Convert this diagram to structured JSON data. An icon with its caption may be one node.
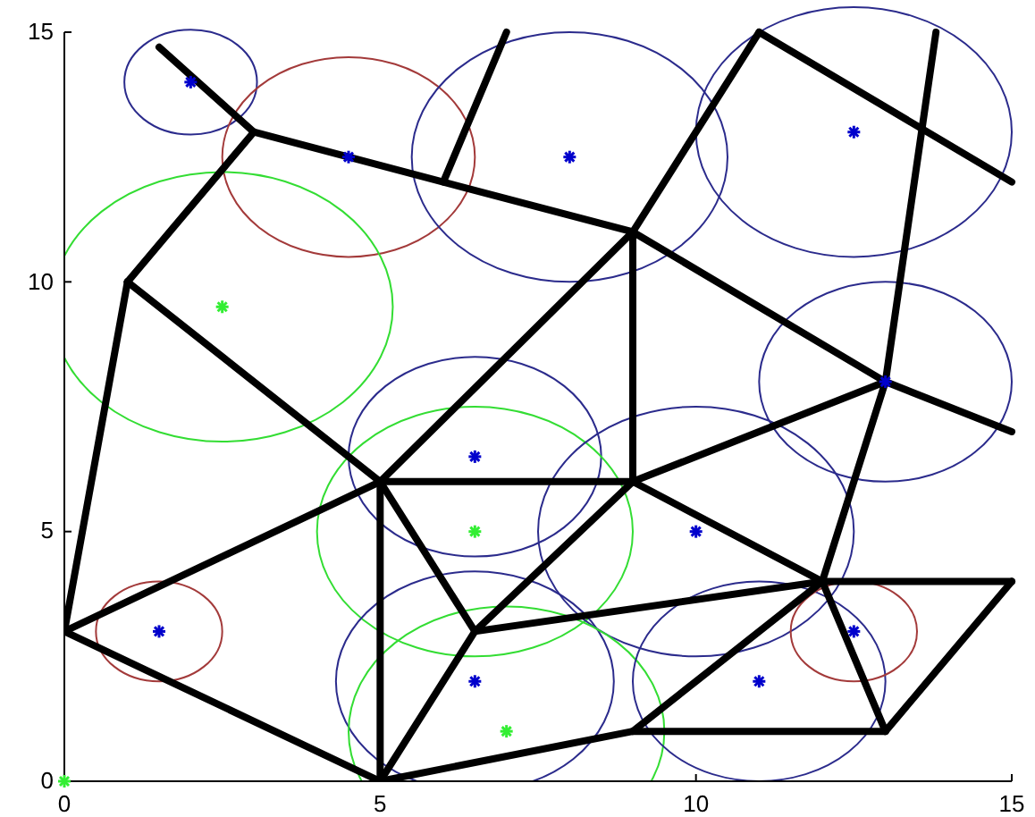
{
  "diagram": {
    "chart_data": {
      "type": "scatter",
      "xlim": [
        0,
        15
      ],
      "ylim": [
        0,
        15
      ],
      "xticks": [
        0,
        5,
        10,
        15
      ],
      "yticks": [
        0,
        5,
        10,
        15
      ],
      "x": [
        2,
        4.5,
        8,
        12.5,
        13,
        6.5,
        10,
        1.5,
        6.5,
        11,
        12.5,
        2.5,
        6.5,
        7,
        0
      ],
      "series": [
        {
          "color": "#0000cc",
          "values": [
            14,
            12.5,
            12.5,
            13,
            8,
            6.5,
            5,
            3,
            2,
            2,
            3,
            null,
            null,
            null,
            null
          ]
        },
        {
          "color": "#33ee33",
          "values": [
            null,
            null,
            null,
            null,
            null,
            null,
            null,
            null,
            null,
            null,
            null,
            9.5,
            5,
            1,
            0
          ]
        }
      ]
    }
  }
}
